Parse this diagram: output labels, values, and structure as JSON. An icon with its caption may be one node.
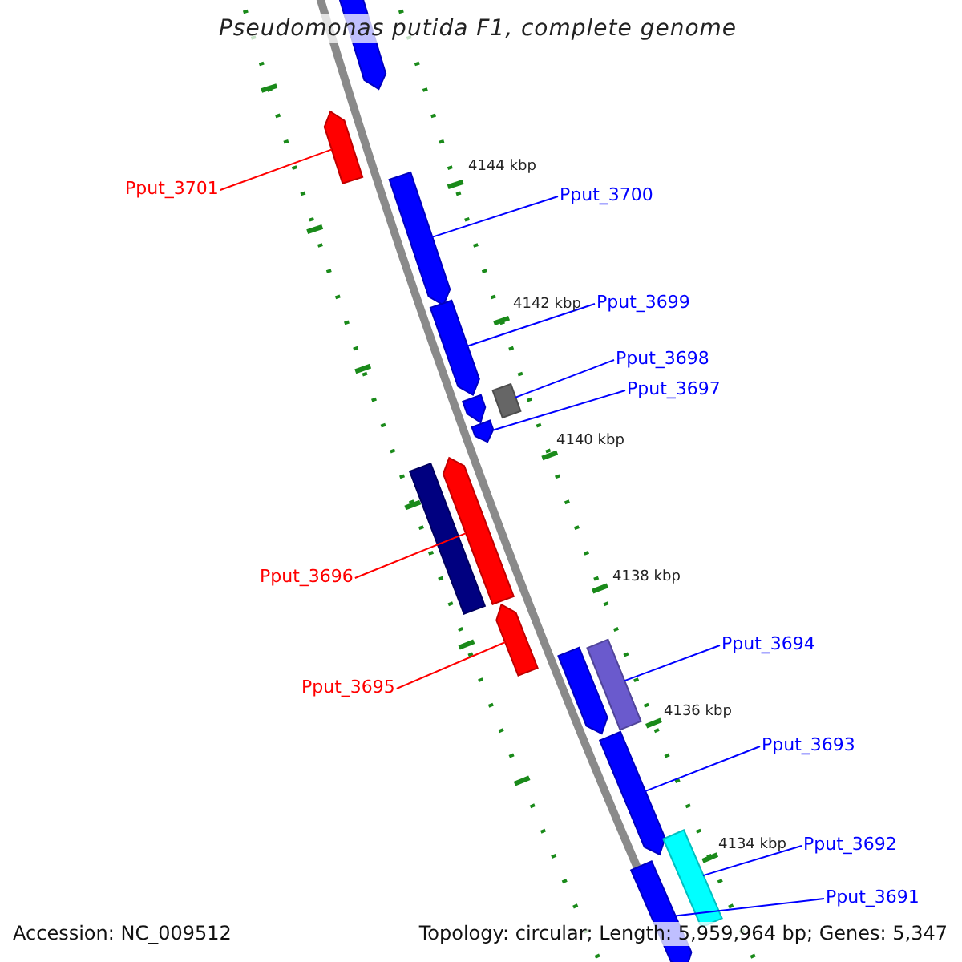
{
  "diagram": {
    "title": "Pseudomonas putida F1, complete genome",
    "nodes": [
      {
        "text": [],
        "shape": "bar"
      },
      {
        "text": [],
        "shape": "bar"
      },
      {
        "text": [],
        "shape": "bar"
      },
      {
        "text": [],
        "shape": "bar"
      },
      {
        "text": [],
        "shape": "bar"
      },
      {
        "text": [],
        "shape": "bar"
      },
      {
        "text": [],
        "shape": "bar"
      },
      {
        "text": [],
        "shape": "bar"
      },
      {
        "text": [],
        "shape": "bar"
      },
      {
        "text": [],
        "shape": "bar"
      },
      {
        "text": [],
        "shape": "bar"
      },
      {
        "text": [],
        "shape": "bar"
      },
      {
        "text": [],
        "shape": "bar"
      },
      {
        "text": [],
        "shape": "bar"
      },
      {
        "text": [],
        "shape": "bar"
      },
      {
        "text": [
          "Pput_3701"
        ]
      },
      {
        "text": [
          "Pput_3700"
        ]
      },
      {
        "text": [
          "Pput_3699"
        ]
      },
      {
        "text": [
          "Pput_3698"
        ]
      },
      {
        "text": [
          "Pput_3697"
        ]
      },
      {
        "text": [
          "Pput_3696"
        ]
      },
      {
        "text": [
          "Pput_3695"
        ]
      },
      {
        "text": [
          "Pput_3694"
        ]
      },
      {
        "text": [
          "Pput_3693"
        ]
      },
      {
        "text": [
          "Pput_3692"
        ]
      },
      {
        "text": [
          "Pput_3691"
        ]
      }
    ],
    "edges": [
      {
        "from": 15,
        "to": 1,
        "arrow": "none",
        "color": "#ff0000"
      },
      {
        "from": 16,
        "to": 2,
        "arrow": "none"
      },
      {
        "from": 17,
        "to": 3,
        "arrow": "none"
      },
      {
        "from": 18,
        "to": 5,
        "arrow": "none"
      },
      {
        "from": 19,
        "to": 6,
        "arrow": "none"
      },
      {
        "from": 20,
        "to": 8,
        "arrow": "none",
        "color": "#ff0000"
      },
      {
        "from": 21,
        "to": 9,
        "arrow": "none",
        "color": "#ff0000"
      },
      {
        "from": 22,
        "to": 11,
        "arrow": "none"
      },
      {
        "from": 23,
        "to": 12,
        "arrow": "none"
      },
      {
        "from": 24,
        "to": 13,
        "arrow": "none"
      },
      {
        "from": 25,
        "to": 14,
        "arrow": "none"
      }
    ],
    "labels": [
      "4144 kbp",
      "4142 kbp",
      "4140 kbp",
      "4138 kbp",
      "4136 kbp",
      "4134 kbp",
      "Accession: NC_009512",
      "Topology: circular; Length: 5,959,964 bp; Genes: 5,347"
    ]
  }
}
